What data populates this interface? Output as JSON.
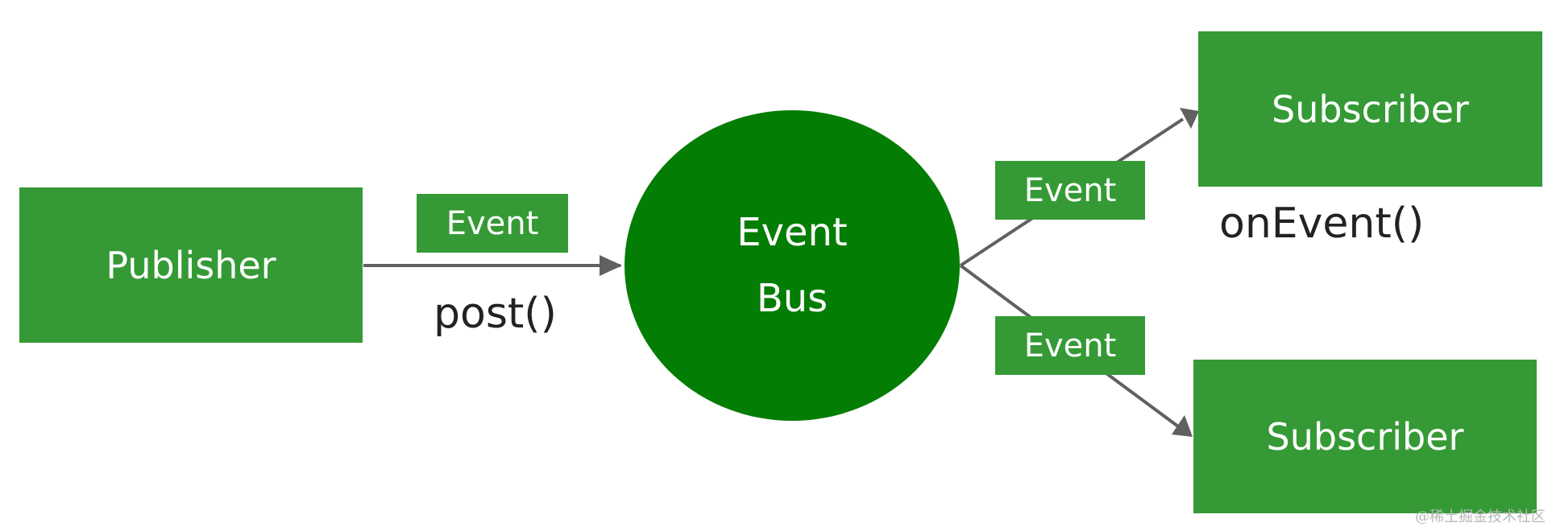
{
  "publisher": {
    "label": "Publisher"
  },
  "event_bus": {
    "line1": "Event",
    "line2": "Bus"
  },
  "events": {
    "post_event": "Event",
    "upper_event": "Event",
    "lower_event": "Event"
  },
  "methods": {
    "post": "post()",
    "on_event": "onEvent()"
  },
  "subscribers": {
    "top": "Subscriber",
    "bottom": "Subscriber"
  },
  "watermark": "@稀土掘金技术社区",
  "colors": {
    "box_green": "#359a35",
    "bus_green": "#047d04",
    "arrow_gray": "#606060"
  }
}
